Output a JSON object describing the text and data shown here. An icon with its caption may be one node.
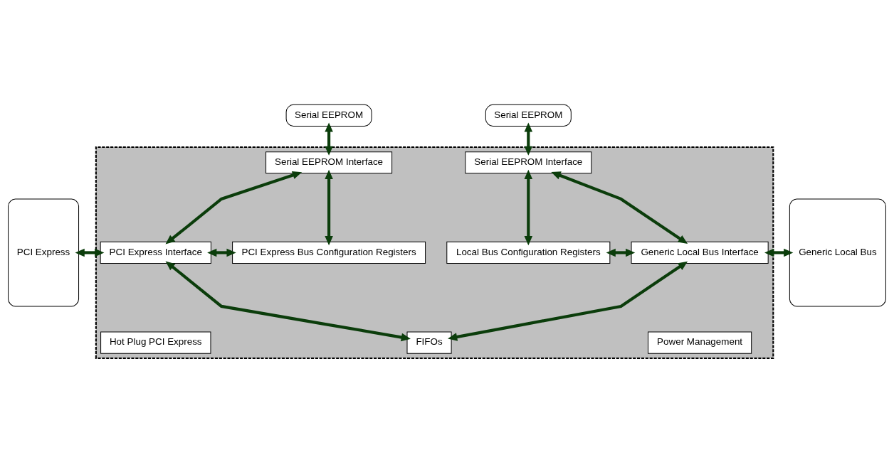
{
  "diagram": {
    "nodes": [
      {
        "text": [
          "PCI Express"
        ]
      },
      {
        "text": [
          "Serial EEPROM"
        ]
      },
      {
        "text": [
          "Serial EEPROM"
        ]
      },
      {
        "text": [
          "Generic Local Bus"
        ]
      },
      {
        "text": [],
        "shape": "box"
      },
      {
        "text": [
          "Serial EEPROM Interface"
        ],
        "in": 4
      },
      {
        "text": [
          "Serial EEPROM Interface"
        ],
        "in": 4
      },
      {
        "text": [
          "PCI Express Interface"
        ],
        "in": 4
      },
      {
        "text": [
          "PCI Express Bus Configuration Registers"
        ],
        "in": 4
      },
      {
        "text": [
          "Local Bus Configuration Registers"
        ],
        "in": 4
      },
      {
        "text": [
          "Generic Local Bus Interface"
        ],
        "in": 4
      },
      {
        "text": [
          "FIFOs"
        ],
        "in": 4
      },
      {
        "text": [
          "Hot Plug PCI Express"
        ],
        "in": 4
      },
      {
        "text": [
          "Power Management"
        ],
        "in": 4
      }
    ],
    "edges": [
      {
        "from": 0,
        "to": 7,
        "arrow": "both"
      },
      {
        "from": 1,
        "to": 5,
        "arrow": "both"
      },
      {
        "from": 2,
        "to": 6,
        "arrow": "both"
      },
      {
        "from": 7,
        "to": 5,
        "arrow": "both"
      },
      {
        "from": 5,
        "to": 8,
        "arrow": "both"
      },
      {
        "from": 6,
        "to": 9,
        "arrow": "both"
      },
      {
        "from": 6,
        "to": 10,
        "arrow": "both"
      },
      {
        "from": 7,
        "to": 8,
        "arrow": "both"
      },
      {
        "from": 9,
        "to": 10,
        "arrow": "both"
      },
      {
        "from": 10,
        "to": 3,
        "arrow": "both"
      },
      {
        "from": 7,
        "to": 11,
        "arrow": "both"
      },
      {
        "from": 11,
        "to": 10,
        "arrow": "both"
      }
    ]
  }
}
